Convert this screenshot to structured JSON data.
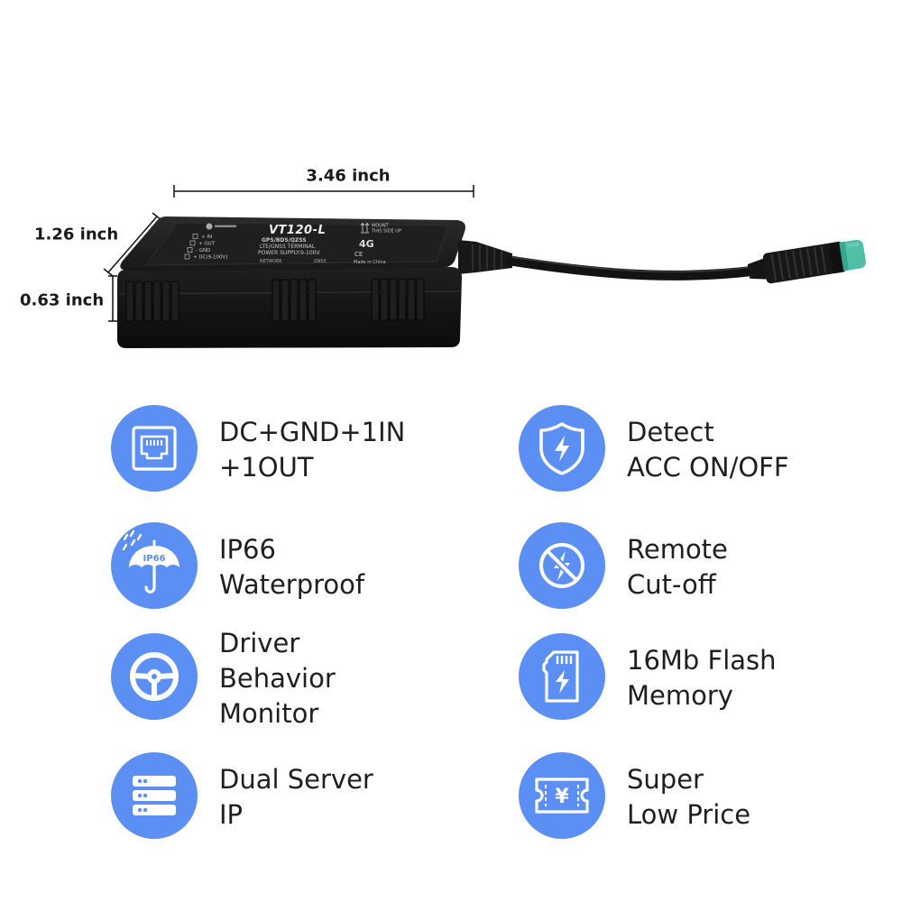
{
  "colors": {
    "accent": "#5b8ff3",
    "text": "#1f1f1f",
    "device_body": "#151515",
    "connector_tip": "#4fc0a7"
  },
  "dimensions": {
    "length": "3.46 inch",
    "width": "1.26 inch",
    "height": "0.63 inch"
  },
  "device": {
    "model": "VT120-L",
    "spec_lines": [
      "GPS/BDS/QZSS",
      "LTE/GNSS TERMINAL",
      "POWER SUPPLY:9-100V"
    ],
    "network": "4G",
    "mount_label": [
      "MOUNT",
      "THIS SIDE UP"
    ],
    "certification": "CE",
    "origin": "Made in China",
    "indicators": [
      "NETWORK",
      "GNSS"
    ],
    "wiring": [
      "+ IN",
      "+ OUT",
      "- GND",
      "+ DC(9-100V)"
    ]
  },
  "features": [
    {
      "icon": "ethernet-port-icon",
      "lines": [
        "DC+GND+1IN",
        "+1OUT"
      ]
    },
    {
      "icon": "shield-bolt-icon",
      "lines": [
        "Detect",
        "ACC ON/OFF"
      ]
    },
    {
      "icon": "umbrella-icon",
      "icon_text": "IP66",
      "lines": [
        "IP66",
        "Waterproof"
      ]
    },
    {
      "icon": "power-cut-icon",
      "lines": [
        "Remote",
        "Cut-off"
      ]
    },
    {
      "icon": "steering-wheel-icon",
      "lines": [
        "Driver",
        "Behavior",
        "Monitor"
      ]
    },
    {
      "icon": "sd-card-icon",
      "lines": [
        "16Mb Flash",
        "Memory"
      ]
    },
    {
      "icon": "server-stack-icon",
      "lines": [
        "Dual Server",
        "IP"
      ]
    },
    {
      "icon": "ticket-yen-icon",
      "icon_text": "¥",
      "lines": [
        "Super",
        "Low Price"
      ]
    }
  ]
}
